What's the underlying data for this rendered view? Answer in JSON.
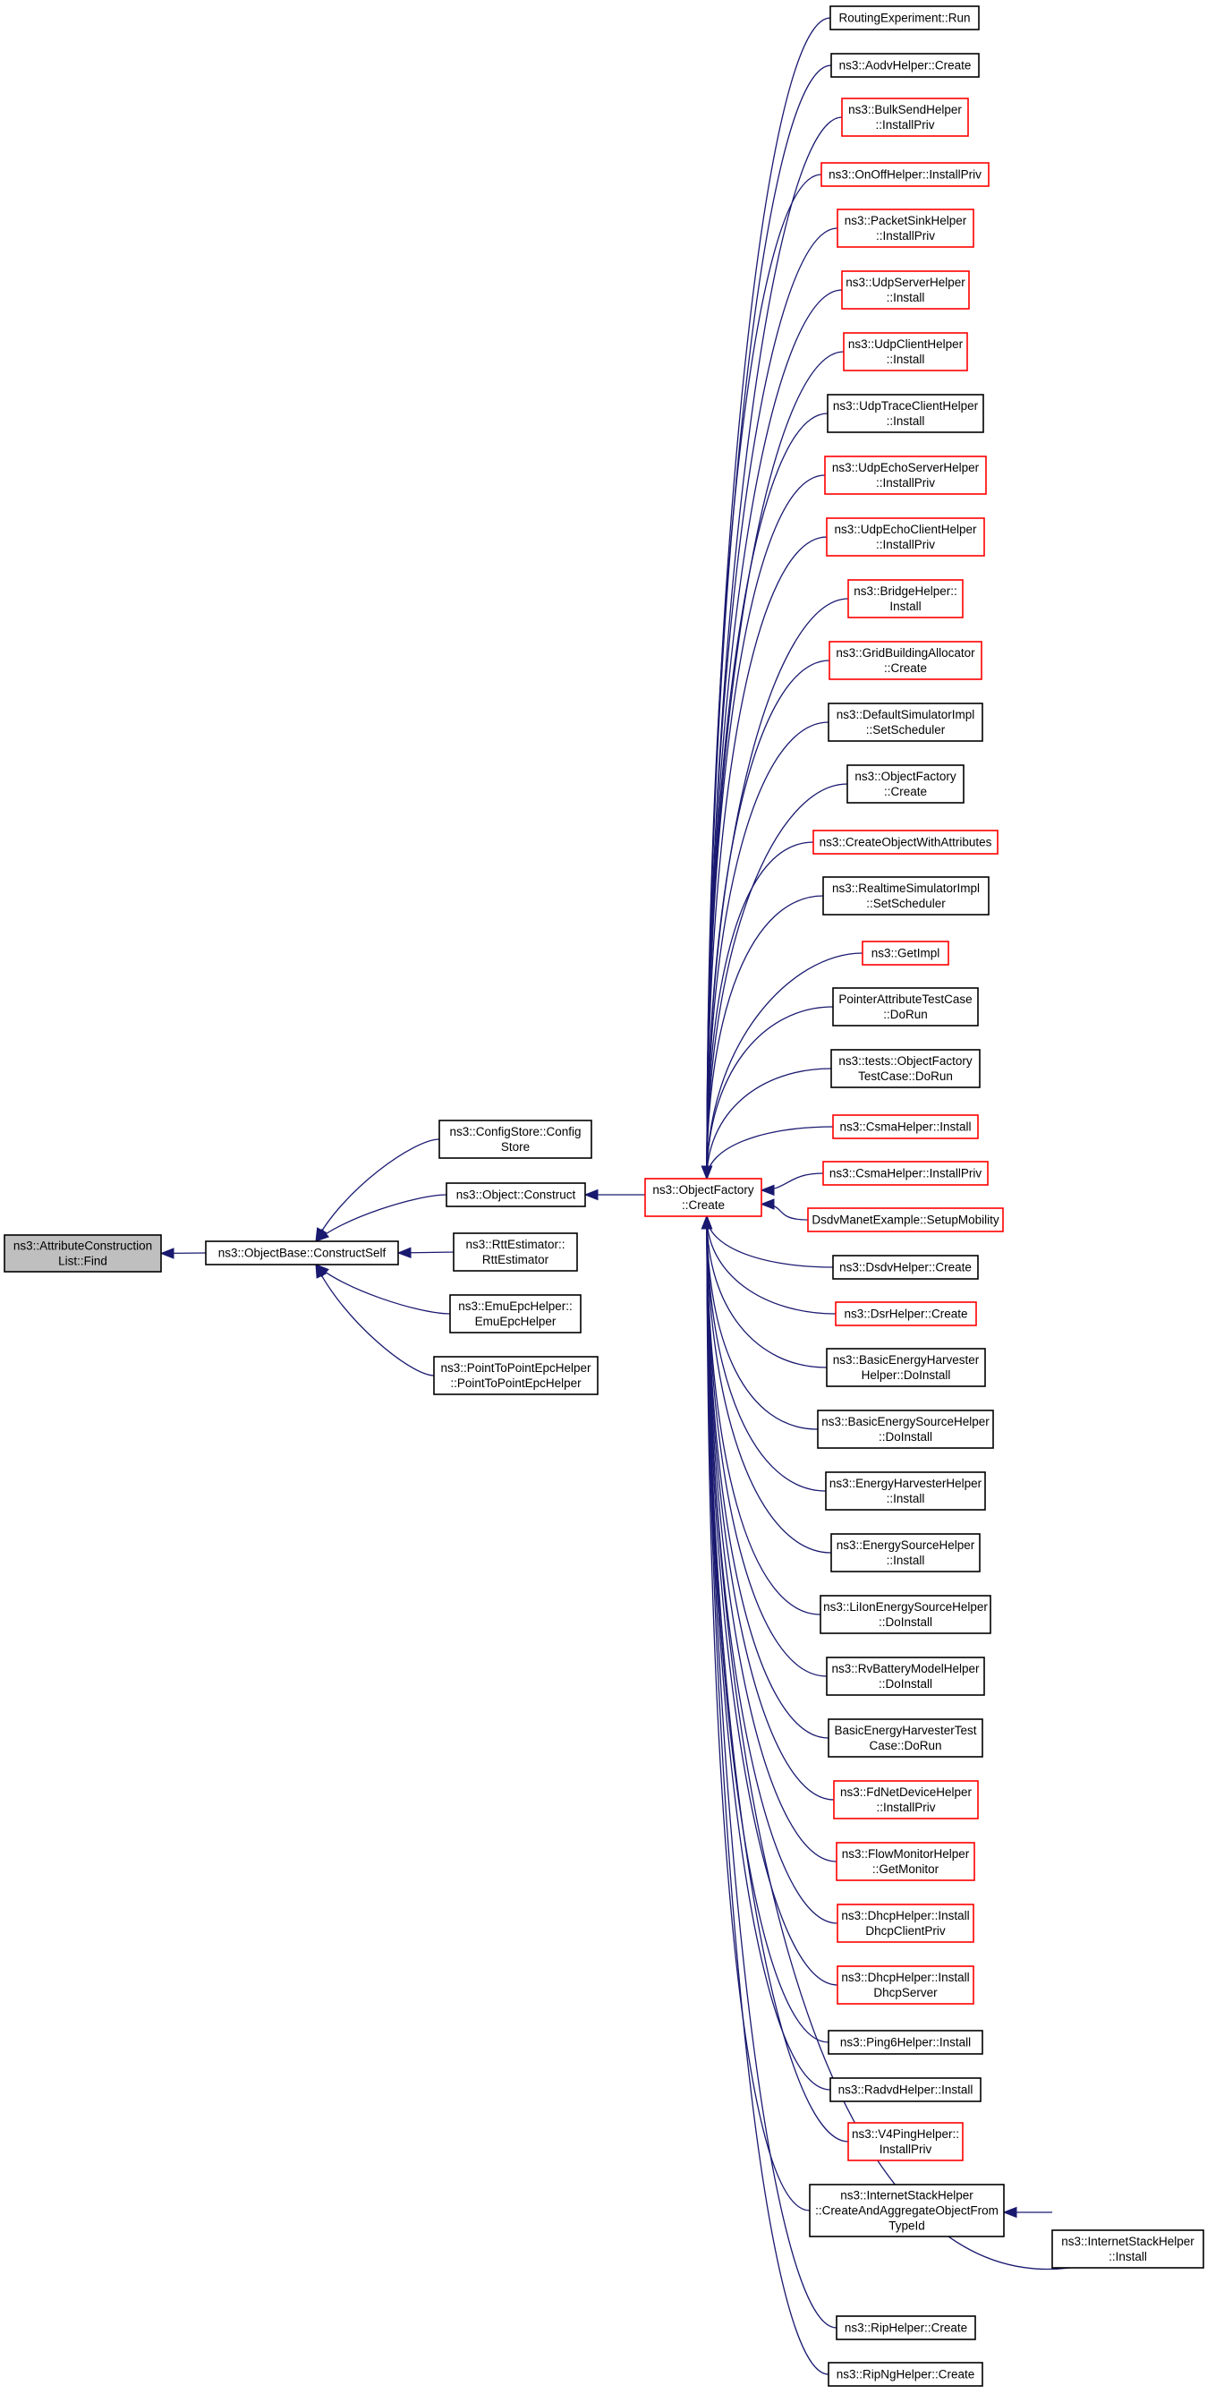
{
  "colors": {
    "edge": "#191970",
    "black_border": "#000000",
    "red_border": "#ff0000",
    "focus_fill": "#bfbfbf"
  },
  "nodes": {
    "find": {
      "lines": [
        "ns3::AttributeConstruction",
        "List::Find"
      ],
      "style": "gray"
    },
    "construct_self": {
      "lines": [
        "ns3::ObjectBase::ConstructSelf"
      ],
      "style": "black"
    },
    "config_store": {
      "lines": [
        "ns3::ConfigStore::Config",
        "Store"
      ],
      "style": "black"
    },
    "object_construct": {
      "lines": [
        "ns3::Object::Construct"
      ],
      "style": "black"
    },
    "rtt_estimator": {
      "lines": [
        "ns3::RttEstimator::",
        "RttEstimator"
      ],
      "style": "black"
    },
    "emu_epc": {
      "lines": [
        "ns3::EmuEpcHelper::",
        "EmuEpcHelper"
      ],
      "style": "black"
    },
    "p2p_epc": {
      "lines": [
        "ns3::PointToPointEpcHelper",
        "::PointToPointEpcHelper"
      ],
      "style": "black"
    },
    "object_factory_create": {
      "lines": [
        "ns3::ObjectFactory",
        "::Create"
      ],
      "style": "red"
    },
    "c01": {
      "lines": [
        "RoutingExperiment::Run"
      ],
      "style": "black"
    },
    "c02": {
      "lines": [
        "ns3::AodvHelper::Create"
      ],
      "style": "black"
    },
    "c03": {
      "lines": [
        "ns3::BulkSendHelper",
        "::InstallPriv"
      ],
      "style": "red"
    },
    "c04": {
      "lines": [
        "ns3::OnOffHelper::InstallPriv"
      ],
      "style": "red"
    },
    "c05": {
      "lines": [
        "ns3::PacketSinkHelper",
        "::InstallPriv"
      ],
      "style": "red"
    },
    "c06": {
      "lines": [
        "ns3::UdpServerHelper",
        "::Install"
      ],
      "style": "red"
    },
    "c07": {
      "lines": [
        "ns3::UdpClientHelper",
        "::Install"
      ],
      "style": "red"
    },
    "c08": {
      "lines": [
        "ns3::UdpTraceClientHelper",
        "::Install"
      ],
      "style": "black"
    },
    "c09": {
      "lines": [
        "ns3::UdpEchoServerHelper",
        "::InstallPriv"
      ],
      "style": "red"
    },
    "c10": {
      "lines": [
        "ns3::UdpEchoClientHelper",
        "::InstallPriv"
      ],
      "style": "red"
    },
    "c11": {
      "lines": [
        "ns3::BridgeHelper::",
        "Install"
      ],
      "style": "red"
    },
    "c12": {
      "lines": [
        "ns3::GridBuildingAllocator",
        "::Create"
      ],
      "style": "red"
    },
    "c13": {
      "lines": [
        "ns3::DefaultSimulatorImpl",
        "::SetScheduler"
      ],
      "style": "black"
    },
    "c14": {
      "lines": [
        "ns3::ObjectFactory",
        "::Create"
      ],
      "style": "black"
    },
    "c15": {
      "lines": [
        "ns3::CreateObjectWithAttributes"
      ],
      "style": "red"
    },
    "c16": {
      "lines": [
        "ns3::RealtimeSimulatorImpl",
        "::SetScheduler"
      ],
      "style": "black"
    },
    "c17": {
      "lines": [
        "ns3::GetImpl"
      ],
      "style": "red"
    },
    "c18": {
      "lines": [
        "PointerAttributeTestCase",
        "::DoRun"
      ],
      "style": "black"
    },
    "c19": {
      "lines": [
        "ns3::tests::ObjectFactory",
        "TestCase::DoRun"
      ],
      "style": "black"
    },
    "c20": {
      "lines": [
        "ns3::CsmaHelper::Install"
      ],
      "style": "red"
    },
    "c21": {
      "lines": [
        "ns3::CsmaHelper::InstallPriv"
      ],
      "style": "red"
    },
    "c22": {
      "lines": [
        "DsdvManetExample::SetupMobility"
      ],
      "style": "red"
    },
    "c23": {
      "lines": [
        "ns3::DsdvHelper::Create"
      ],
      "style": "black"
    },
    "c24": {
      "lines": [
        "ns3::DsrHelper::Create"
      ],
      "style": "red"
    },
    "c25": {
      "lines": [
        "ns3::BasicEnergyHarvester",
        "Helper::DoInstall"
      ],
      "style": "black"
    },
    "c26": {
      "lines": [
        "ns3::BasicEnergySourceHelper",
        "::DoInstall"
      ],
      "style": "black"
    },
    "c27": {
      "lines": [
        "ns3::EnergyHarvesterHelper",
        "::Install"
      ],
      "style": "black"
    },
    "c28": {
      "lines": [
        "ns3::EnergySourceHelper",
        "::Install"
      ],
      "style": "black"
    },
    "c29": {
      "lines": [
        "ns3::LiIonEnergySourceHelper",
        "::DoInstall"
      ],
      "style": "black"
    },
    "c30": {
      "lines": [
        "ns3::RvBatteryModelHelper",
        "::DoInstall"
      ],
      "style": "black"
    },
    "c31": {
      "lines": [
        "BasicEnergyHarvesterTest",
        "Case::DoRun"
      ],
      "style": "black"
    },
    "c32": {
      "lines": [
        "ns3::FdNetDeviceHelper",
        "::InstallPriv"
      ],
      "style": "red"
    },
    "c33": {
      "lines": [
        "ns3::FlowMonitorHelper",
        "::GetMonitor"
      ],
      "style": "red"
    },
    "c34": {
      "lines": [
        "ns3::DhcpHelper::Install",
        "DhcpClientPriv"
      ],
      "style": "red"
    },
    "c35": {
      "lines": [
        "ns3::DhcpHelper::Install",
        "DhcpServer"
      ],
      "style": "red"
    },
    "c36": {
      "lines": [
        "ns3::Ping6Helper::Install"
      ],
      "style": "black"
    },
    "c37": {
      "lines": [
        "ns3::RadvdHelper::Install"
      ],
      "style": "black"
    },
    "c38": {
      "lines": [
        "ns3::V4PingHelper::",
        "InstallPriv"
      ],
      "style": "red"
    },
    "c39": {
      "lines": [
        "ns3::InternetStackHelper",
        "::CreateAndAggregateObjectFrom",
        "TypeId"
      ],
      "style": "black"
    },
    "c40": {
      "lines": [
        "ns3::InternetStackHelper",
        "::Install"
      ],
      "style": "black"
    },
    "c41": {
      "lines": [
        "ns3::RipHelper::Create"
      ],
      "style": "black"
    },
    "c42": {
      "lines": [
        "ns3::RipNgHelper::Create"
      ],
      "style": "black"
    }
  }
}
